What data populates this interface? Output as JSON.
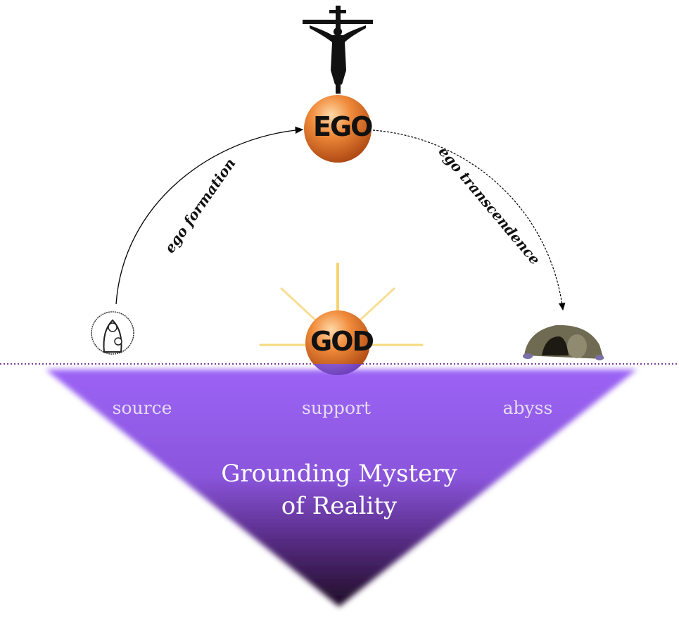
{
  "nodes": {
    "ego": "EGO",
    "god": "GOD"
  },
  "arrows": {
    "formation": "ego formation",
    "transcendence": "ego transcendence"
  },
  "ground_labels": {
    "source": "source",
    "support": "support",
    "abyss": "abyss"
  },
  "ground_title": {
    "line1": "Grounding Mystery",
    "line2": "of Reality"
  },
  "colors": {
    "purple": "#9b63f5",
    "dark": "#1e0c24",
    "orange": "#e8782a"
  }
}
